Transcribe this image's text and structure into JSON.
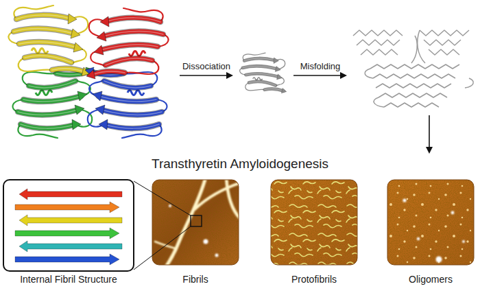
{
  "diagram": {
    "title": "Transthyretin Amyloidogenesis",
    "nodes": [
      {
        "text": [
          "Internal Fibril Structure"
        ]
      },
      {
        "text": [
          "Fibrils"
        ]
      },
      {
        "text": [
          "Protofibrils"
        ]
      },
      {
        "text": [
          "Oligomers"
        ]
      }
    ],
    "labels": [
      "Dissociation",
      "Misfolding"
    ]
  }
}
